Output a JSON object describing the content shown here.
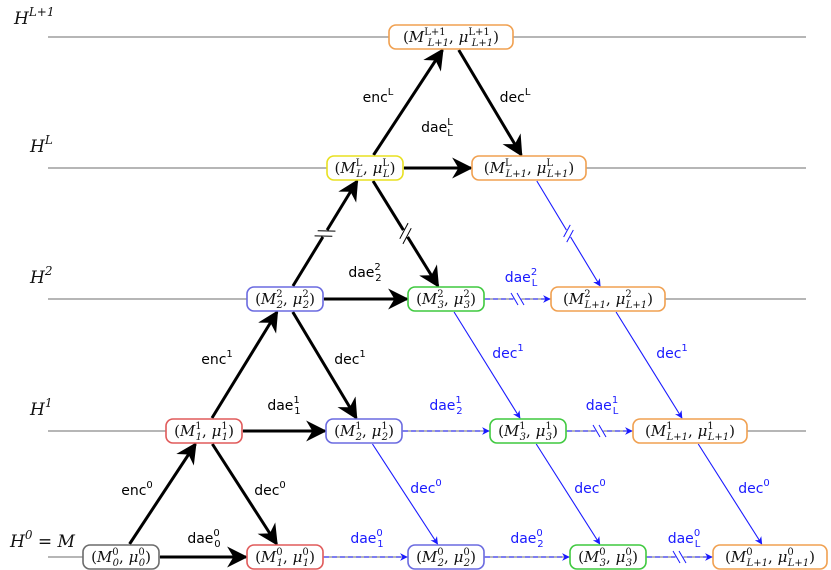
{
  "diagram": {
    "levels": [
      {
        "id": "H0",
        "label": "H^0 = M"
      },
      {
        "id": "H1",
        "label": "H^1"
      },
      {
        "id": "H2",
        "label": "H^2"
      },
      {
        "id": "HL",
        "label": "H^L"
      },
      {
        "id": "HL1",
        "label": "H^{L+1}"
      }
    ],
    "nodes": [
      {
        "id": "n00",
        "level": "H0",
        "label": "(M_0^0, μ_0^0)",
        "border": "#6b6b6b"
      },
      {
        "id": "n01",
        "level": "H0",
        "label": "(M_1^0, μ_1^0)",
        "border": "#e05a5a"
      },
      {
        "id": "n02",
        "level": "H0",
        "label": "(M_2^0, μ_2^0)",
        "border": "#6a6ae0"
      },
      {
        "id": "n03",
        "level": "H0",
        "label": "(M_3^0, μ_3^0)",
        "border": "#3fc93f"
      },
      {
        "id": "n0L",
        "level": "H0",
        "label": "(M_{L+1}^0, μ_{L+1}^0)",
        "border": "#f0a050"
      },
      {
        "id": "n11",
        "level": "H1",
        "label": "(M_1^1, μ_1^1)",
        "border": "#e05a5a"
      },
      {
        "id": "n12",
        "level": "H1",
        "label": "(M_2^1, μ_2^1)",
        "border": "#6a6ae0"
      },
      {
        "id": "n13",
        "level": "H1",
        "label": "(M_3^1, μ_3^1)",
        "border": "#3fc93f"
      },
      {
        "id": "n1L",
        "level": "H1",
        "label": "(M_{L+1}^1, μ_{L+1}^1)",
        "border": "#f0a050"
      },
      {
        "id": "n22",
        "level": "H2",
        "label": "(M_2^2, μ_2^2)",
        "border": "#6a6ae0"
      },
      {
        "id": "n23",
        "level": "H2",
        "label": "(M_3^2, μ_3^2)",
        "border": "#3fc93f"
      },
      {
        "id": "n2L",
        "level": "H2",
        "label": "(M_{L+1}^2, μ_{L+1}^2)",
        "border": "#f0a050"
      },
      {
        "id": "nLL",
        "level": "HL",
        "label": "(M_L^L, μ_L^L)",
        "border": "#e8e020"
      },
      {
        "id": "nLL1",
        "level": "HL",
        "label": "(M_{L+1}^L, μ_{L+1}^L)",
        "border": "#f0a050"
      },
      {
        "id": "nT",
        "level": "HL1",
        "label": "(M_{L+1}^{L+1}, μ_{L+1}^{L+1})",
        "border": "#f0a050"
      }
    ],
    "edges": [
      {
        "from": "n00",
        "to": "n11",
        "label": "enc^0",
        "style": "solid"
      },
      {
        "from": "n11",
        "to": "n01",
        "label": "dec^0",
        "style": "solid"
      },
      {
        "from": "n00",
        "to": "n01",
        "label": "dae_0^0",
        "style": "solid"
      },
      {
        "from": "n11",
        "to": "n22",
        "label": "enc^1",
        "style": "solid"
      },
      {
        "from": "n22",
        "to": "n12",
        "label": "dec^1",
        "style": "solid"
      },
      {
        "from": "n11",
        "to": "n12",
        "label": "dae_1^1",
        "style": "solid"
      },
      {
        "from": "n22",
        "to": "n23",
        "label": "dae_2^2",
        "style": "solid"
      },
      {
        "from": "n22",
        "to": "nLL",
        "label": "",
        "style": "solid-break"
      },
      {
        "from": "nLL",
        "to": "n23",
        "label": "",
        "style": "solid-break"
      },
      {
        "from": "nLL",
        "to": "nT",
        "label": "enc^L",
        "style": "solid"
      },
      {
        "from": "nT",
        "to": "nLL1",
        "label": "dec^L",
        "style": "solid"
      },
      {
        "from": "nLL",
        "to": "nLL1",
        "label": "dae_L^L",
        "style": "solid"
      },
      {
        "from": "n01",
        "to": "n02",
        "label": "dae_1^0",
        "style": "dashed"
      },
      {
        "from": "n02",
        "to": "n03",
        "label": "dae_2^0",
        "style": "dashed"
      },
      {
        "from": "n03",
        "to": "n0L",
        "label": "dae_L^0",
        "style": "dashed-break"
      },
      {
        "from": "n12",
        "to": "n13",
        "label": "dae_2^1",
        "style": "dashed"
      },
      {
        "from": "n13",
        "to": "n1L",
        "label": "dae_L^1",
        "style": "dashed-break"
      },
      {
        "from": "n23",
        "to": "n2L",
        "label": "dae_L^2",
        "style": "dashed-break"
      },
      {
        "from": "n12",
        "to": "n02",
        "label": "dec^0",
        "style": "thin"
      },
      {
        "from": "n13",
        "to": "n03",
        "label": "dec^0",
        "style": "thin"
      },
      {
        "from": "n1L",
        "to": "n0L",
        "label": "dec^0",
        "style": "thin"
      },
      {
        "from": "n23",
        "to": "n13",
        "label": "dec^1",
        "style": "thin"
      },
      {
        "from": "n2L",
        "to": "n1L",
        "label": "dec^1",
        "style": "thin"
      },
      {
        "from": "nLL1",
        "to": "n2L",
        "label": "",
        "style": "thin-break"
      }
    ]
  },
  "colors": {
    "black_edge": "#000000",
    "blue_edge": "#1a1aff",
    "level_line": "#8a8a8a"
  }
}
